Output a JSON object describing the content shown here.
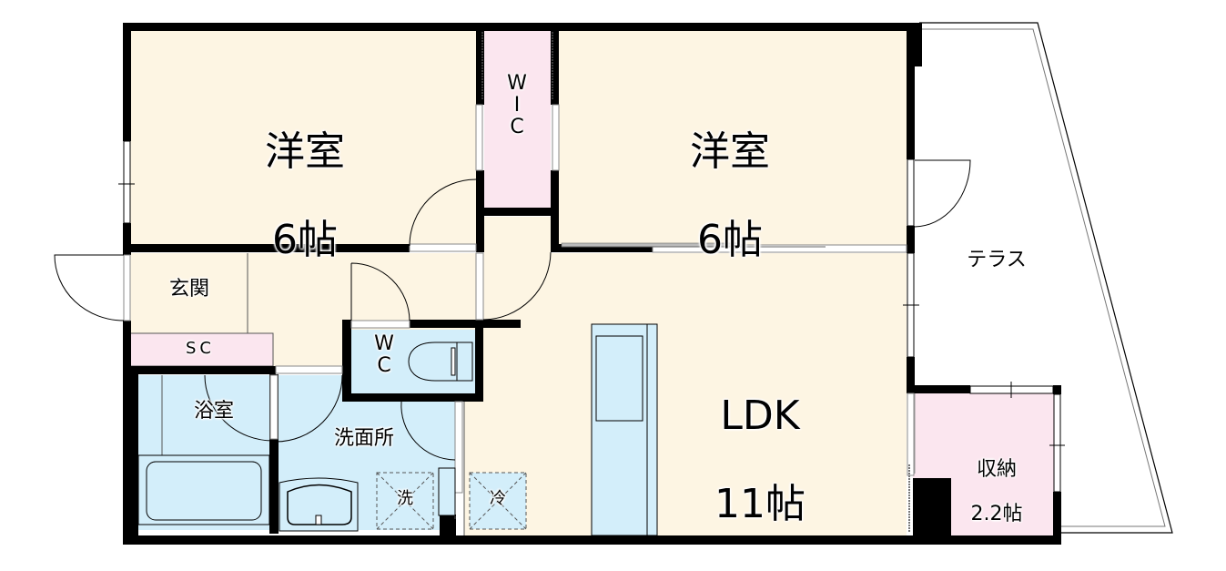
{
  "colors": {
    "room_beige": "#fdf5e3",
    "closet_pink": "#fbe6ef",
    "wet_blue": "#d3eefa",
    "wall": "#000000",
    "terrace": "#ffffff"
  },
  "rooms": {
    "western_room_left": {
      "name": "洋室",
      "size": "6帖"
    },
    "walk_in_closet": {
      "name": "W\nI\nC"
    },
    "western_room_right": {
      "name": "洋室",
      "size": "6帖"
    },
    "entrance": {
      "name": "玄関"
    },
    "shoe_closet": {
      "name": "SC"
    },
    "toilet": {
      "name": "W\nC"
    },
    "bathroom": {
      "name": "浴室"
    },
    "washroom": {
      "name": "洗面所"
    },
    "washer_space": {
      "name": "洗"
    },
    "fridge_space": {
      "name": "冷"
    },
    "ldk": {
      "name": "LDK",
      "size": "11帖"
    },
    "terrace": {
      "name": "テラス"
    },
    "storage": {
      "name": "収納",
      "size": "2.2帖"
    }
  }
}
